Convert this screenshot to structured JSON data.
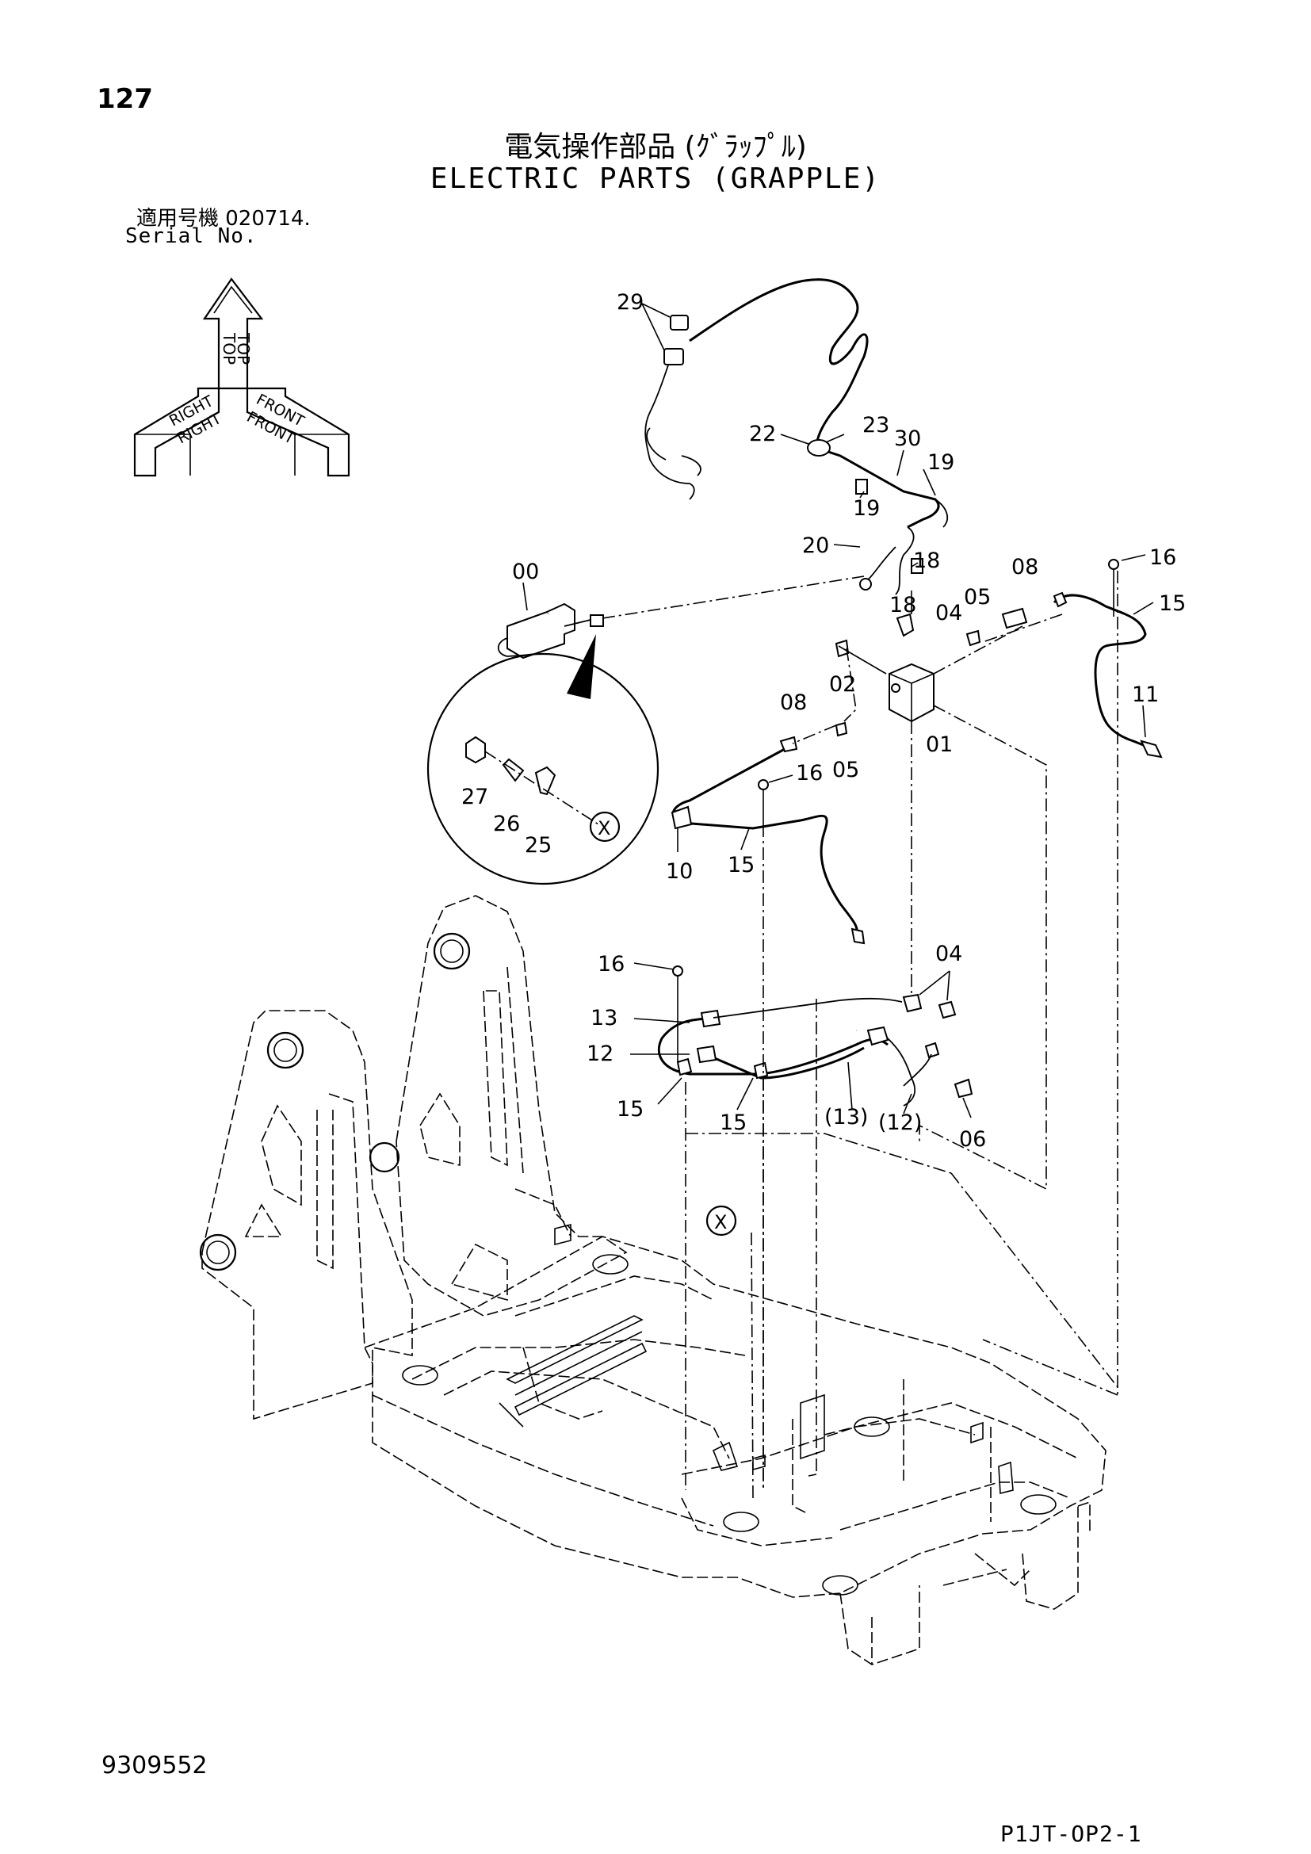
{
  "header": {
    "page_number": "127",
    "title_jp": "電気操作部品 (ｸﾞﾗｯﾌﾟﾙ)",
    "title_en": "ELECTRIC PARTS (GRAPPLE)",
    "serial_jp": "適用号機  020714.",
    "serial_en": "Serial No."
  },
  "orientation": {
    "top": "TOP",
    "right": "RIGHT",
    "front": "FRONT"
  },
  "callouts": {
    "c29": "29",
    "c22": "22",
    "c23": "23",
    "c30": "30",
    "c19a": "19",
    "c19b": "19",
    "c20": "20",
    "c18a": "18",
    "c18b": "18",
    "c00": "00",
    "c04a": "04",
    "c05a": "05",
    "c08a": "08",
    "c16a": "16",
    "c15a": "15",
    "c11": "11",
    "c02": "02",
    "c01": "01",
    "c08b": "08",
    "c05b": "05",
    "c16b": "16",
    "c10": "10",
    "c15b": "15",
    "c27": "27",
    "c26": "26",
    "c25": "25",
    "cX1": "X",
    "c16c": "16",
    "c04b": "04",
    "c13": "13",
    "c12": "12",
    "c15c": "15",
    "c15d": "15",
    "c13p": "(13)",
    "c12p": "(12)",
    "c06": "06",
    "cX2": "X"
  },
  "footer": {
    "doc_number": "9309552",
    "page_code": "P1JT-OP2-1"
  }
}
